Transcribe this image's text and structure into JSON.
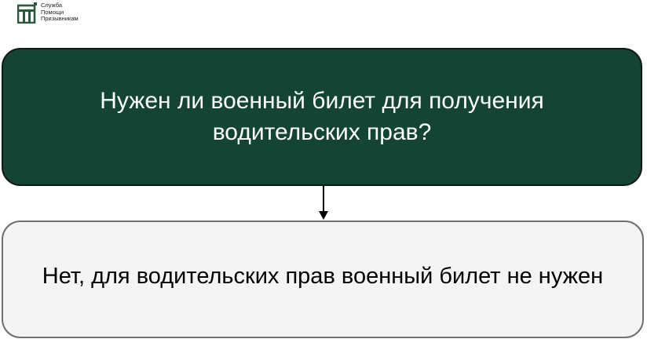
{
  "logo": {
    "line1": "Служба",
    "line2": "Помощи",
    "line3": "Призывникам",
    "color": "#2a5a3c"
  },
  "question": {
    "text": "Нужен ли военный билет для получения водительских прав?",
    "bg_color": "#134435",
    "text_color": "#ffffff"
  },
  "answer": {
    "text": "Нет, для водительских прав военный билет не нужен",
    "bg_color": "#f4f4f4",
    "text_color": "#000000"
  }
}
